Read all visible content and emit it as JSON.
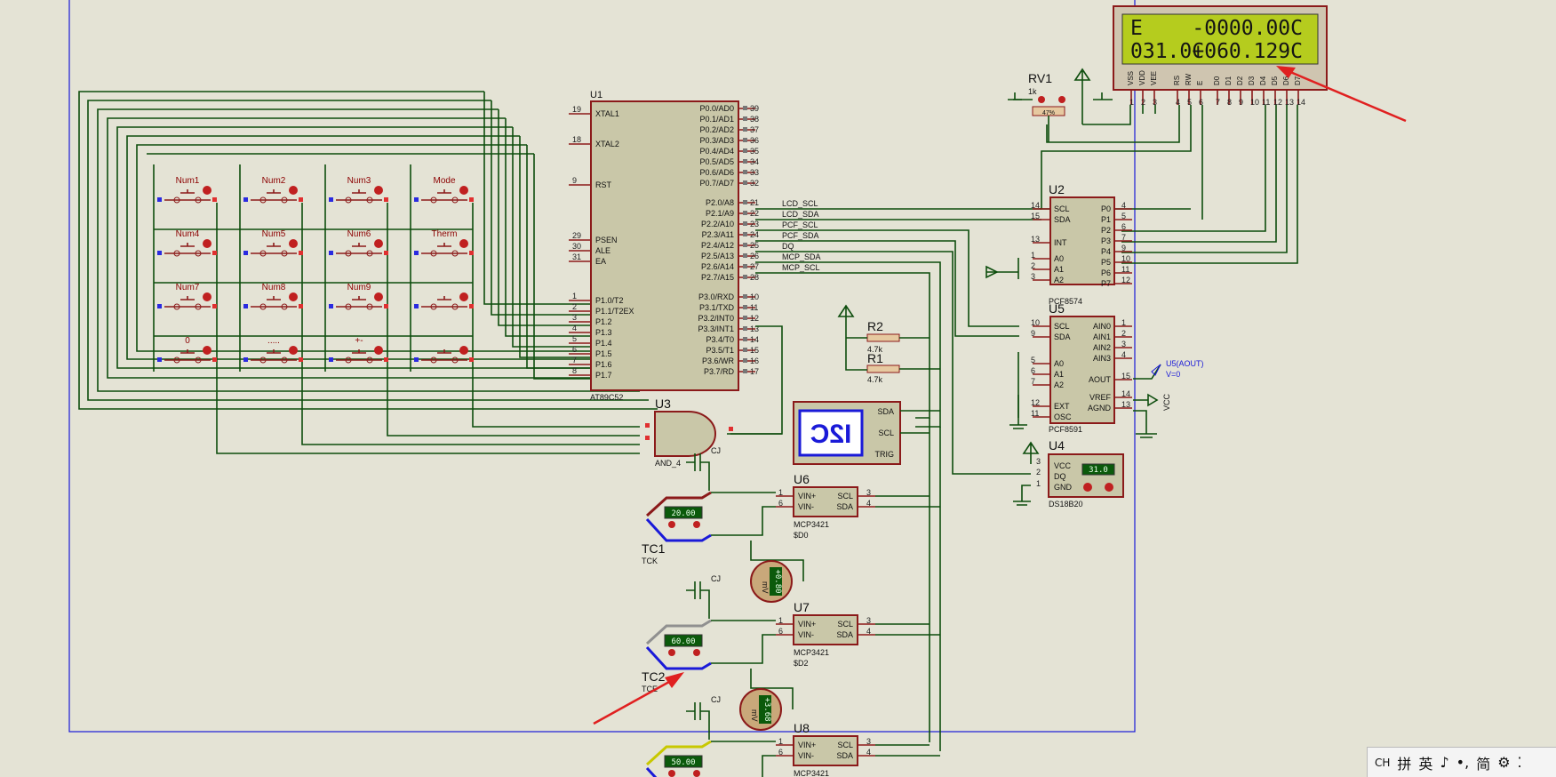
{
  "lcd": {
    "line1_left": "E",
    "line1_right": "-0000.00C",
    "line2_left": "031.0C",
    "line2_right": "+060.129C",
    "pins": [
      "VSS",
      "VDD",
      "VEE",
      "RS",
      "RW",
      "E",
      "D0",
      "D1",
      "D2",
      "D3",
      "D4",
      "D5",
      "D6",
      "D7"
    ],
    "pin_numbers": [
      "1",
      "2",
      "3",
      "4",
      "5",
      "6",
      "7",
      "8",
      "9",
      "10",
      "11",
      "12",
      "13",
      "14"
    ]
  },
  "rv1": {
    "ref": "RV1",
    "value": "1k",
    "percent": "47%"
  },
  "u1": {
    "ref": "U1",
    "part": "AT89C52",
    "left_pins": [
      {
        "num": "19",
        "name": "XTAL1"
      },
      {
        "num": "18",
        "name": "XTAL2"
      },
      {
        "num": "9",
        "name": "RST"
      },
      {
        "num": "29",
        "name": "PSEN"
      },
      {
        "num": "30",
        "name": "ALE"
      },
      {
        "num": "31",
        "name": "EA"
      },
      {
        "num": "1",
        "name": "P1.0/T2"
      },
      {
        "num": "2",
        "name": "P1.1/T2EX"
      },
      {
        "num": "3",
        "name": "P1.2"
      },
      {
        "num": "4",
        "name": "P1.3"
      },
      {
        "num": "5",
        "name": "P1.4"
      },
      {
        "num": "6",
        "name": "P1.5"
      },
      {
        "num": "7",
        "name": "P1.6"
      },
      {
        "num": "8",
        "name": "P1.7"
      }
    ],
    "right_pins": [
      {
        "num": "39",
        "name": "P0.0/AD0"
      },
      {
        "num": "38",
        "name": "P0.1/AD1"
      },
      {
        "num": "37",
        "name": "P0.2/AD2"
      },
      {
        "num": "36",
        "name": "P0.3/AD3"
      },
      {
        "num": "35",
        "name": "P0.4/AD4"
      },
      {
        "num": "34",
        "name": "P0.5/AD5"
      },
      {
        "num": "33",
        "name": "P0.6/AD6"
      },
      {
        "num": "32",
        "name": "P0.7/AD7"
      },
      {
        "num": "21",
        "name": "P2.0/A8"
      },
      {
        "num": "22",
        "name": "P2.1/A9"
      },
      {
        "num": "23",
        "name": "P2.2/A10"
      },
      {
        "num": "24",
        "name": "P2.3/A11"
      },
      {
        "num": "25",
        "name": "P2.4/A12"
      },
      {
        "num": "26",
        "name": "P2.5/A13"
      },
      {
        "num": "27",
        "name": "P2.6/A14"
      },
      {
        "num": "28",
        "name": "P2.7/A15"
      },
      {
        "num": "10",
        "name": "P3.0/RXD"
      },
      {
        "num": "11",
        "name": "P3.1/TXD"
      },
      {
        "num": "12",
        "name": "P3.2/INT0"
      },
      {
        "num": "13",
        "name": "P3.3/INT1"
      },
      {
        "num": "14",
        "name": "P3.4/T0"
      },
      {
        "num": "15",
        "name": "P3.5/T1"
      },
      {
        "num": "16",
        "name": "P3.6/WR"
      },
      {
        "num": "17",
        "name": "P3.7/RD"
      }
    ]
  },
  "nets": [
    "LCD_SCL",
    "LCD_SDA",
    "PCF_SCL",
    "PCF_SDA",
    "DQ",
    "MCP_SDA",
    "MCP_SCL"
  ],
  "keys": [
    "Num1",
    "Num2",
    "Num3",
    "Mode",
    "Num4",
    "Num5",
    "Num6",
    "Therm",
    "Num7",
    "Num8",
    "Num9",
    "",
    "0",
    ".....",
    "+-",
    ""
  ],
  "u2": {
    "ref": "U2",
    "part": "PCF8574",
    "left": [
      {
        "num": "14",
        "name": "SCL"
      },
      {
        "num": "15",
        "name": "SDA"
      },
      {
        "num": "13",
        "name": "INT"
      },
      {
        "num": "1",
        "name": "A0"
      },
      {
        "num": "2",
        "name": "A1"
      },
      {
        "num": "3",
        "name": "A2"
      }
    ],
    "right": [
      {
        "num": "4",
        "name": "P0"
      },
      {
        "num": "5",
        "name": "P1"
      },
      {
        "num": "6",
        "name": "P2"
      },
      {
        "num": "7",
        "name": "P3"
      },
      {
        "num": "9",
        "name": "P4"
      },
      {
        "num": "10",
        "name": "P5"
      },
      {
        "num": "11",
        "name": "P6"
      },
      {
        "num": "12",
        "name": "P7"
      }
    ]
  },
  "u5": {
    "ref": "U5",
    "part": "PCF8591",
    "left": [
      {
        "num": "10",
        "name": "SCL"
      },
      {
        "num": "9",
        "name": "SDA"
      },
      {
        "num": "5",
        "name": "A0"
      },
      {
        "num": "6",
        "name": "A1"
      },
      {
        "num": "7",
        "name": "A2"
      },
      {
        "num": "12",
        "name": "EXT"
      },
      {
        "num": "11",
        "name": "OSC"
      }
    ],
    "right": [
      {
        "num": "1",
        "name": "AIN0"
      },
      {
        "num": "2",
        "name": "AIN1"
      },
      {
        "num": "3",
        "name": "AIN2"
      },
      {
        "num": "4",
        "name": "AIN3"
      },
      {
        "num": "15",
        "name": "AOUT"
      },
      {
        "num": "14",
        "name": "VREF"
      },
      {
        "num": "13",
        "name": "AGND"
      }
    ],
    "probe": "U5(AOUT)",
    "probe_value": "V=0",
    "vcc": "VCC"
  },
  "r2": {
    "ref": "R2",
    "value": "4.7k"
  },
  "r1": {
    "ref": "R1",
    "value": "4.7k"
  },
  "u3": {
    "ref": "U3",
    "part": "AND_4"
  },
  "i2c": {
    "logo": "I2C",
    "pins": [
      "SDA",
      "SCL",
      "TRIG"
    ]
  },
  "u4": {
    "ref": "U4",
    "part": "DS18B20",
    "pins": [
      {
        "num": "3",
        "name": "VCC"
      },
      {
        "num": "2",
        "name": "DQ"
      },
      {
        "num": "1",
        "name": "GND"
      }
    ],
    "reading": "31.0"
  },
  "adcs": [
    {
      "ref": "U6",
      "part": "MCP3421",
      "addr": "$D0",
      "tc": "TC1",
      "tc_type": "TCK",
      "temp": "20.00",
      "mv": "+0.80"
    },
    {
      "ref": "U7",
      "part": "MCP3421",
      "addr": "$D2",
      "tc": "TC2",
      "tc_type": "TCE",
      "temp": "60.00",
      "mv": "+3.68"
    },
    {
      "ref": "U8",
      "part": "MCP3421",
      "addr": "",
      "tc": "",
      "tc_type": "",
      "temp": "50.00",
      "mv": ""
    }
  ],
  "adc_pins": {
    "in": [
      {
        "num": "1",
        "name": "VIN+"
      },
      {
        "num": "6",
        "name": "VIN-"
      }
    ],
    "out": [
      {
        "num": "3",
        "name": "SCL"
      },
      {
        "num": "4",
        "name": "SDA"
      }
    ]
  },
  "cj_label": "CJ",
  "mv_unit": "mV",
  "ime": {
    "mode": "CH",
    "items": [
      "拼",
      "英",
      "♪",
      "•,",
      "简",
      "⚙",
      "⁚"
    ]
  },
  "colors": {
    "wire": "#0d4d0d",
    "outline": "#8b1a1a",
    "chip": "#c9c7a8",
    "lcd": "#b5cc1e",
    "arrow": "#e02020",
    "border": "#1a1ad8"
  }
}
